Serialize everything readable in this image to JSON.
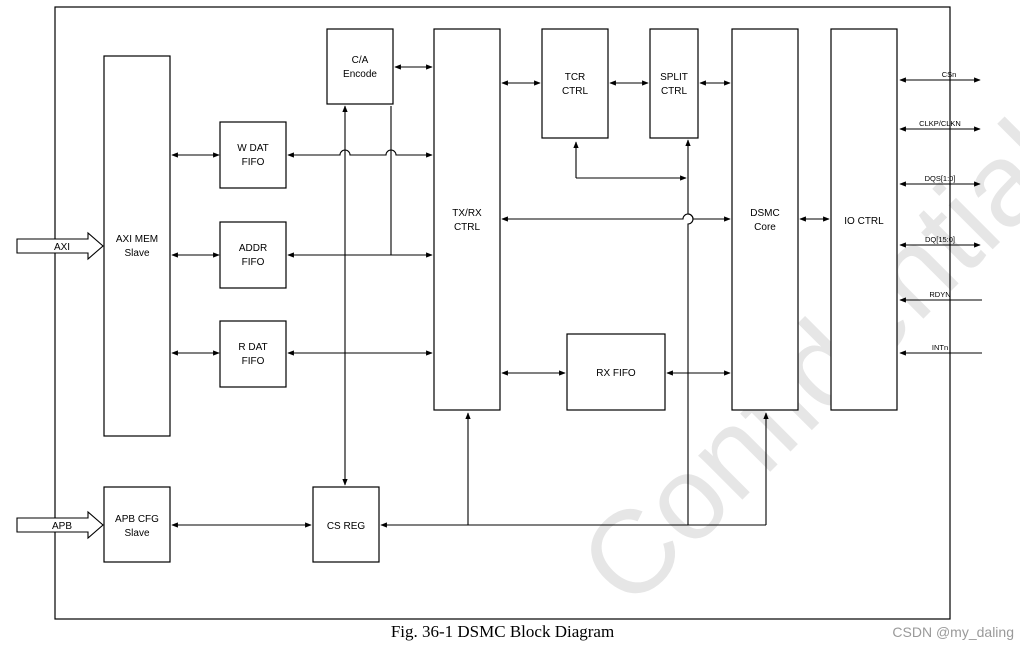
{
  "caption": "Fig. 36-1 DSMC Block Diagram",
  "watermark_diagonal": "Confidential",
  "watermark_credit": "CSDN @my_daling",
  "blocks": {
    "axi_mem": [
      "AXI MEM",
      "Slave"
    ],
    "apb_cfg": [
      "APB CFG",
      "Slave"
    ],
    "w_dat": [
      "W DAT",
      "FIFO"
    ],
    "addr": [
      "ADDR",
      "FIFO"
    ],
    "r_dat": [
      "R DAT",
      "FIFO"
    ],
    "ca": [
      "C/A",
      "Encode"
    ],
    "cs_reg": "CS REG",
    "txrx": [
      "TX/RX",
      "CTRL"
    ],
    "tcr": [
      "TCR",
      "CTRL"
    ],
    "split": [
      "SPLIT",
      "CTRL"
    ],
    "rx_fifo": "RX FIFO",
    "dsmc_core": [
      "DSMC",
      "Core"
    ],
    "io_ctrl": "IO CTRL"
  },
  "inputs": {
    "axi": "AXI",
    "apb": "APB"
  },
  "signals": [
    "CSn",
    "CLKP/CLKN",
    "DQS[1:0]",
    "DQ[15:0]",
    "RDYN",
    "INTn"
  ],
  "colors": {
    "line": "#000000",
    "watermark": "#e6e6e6",
    "credit": "#9a9a9a"
  }
}
